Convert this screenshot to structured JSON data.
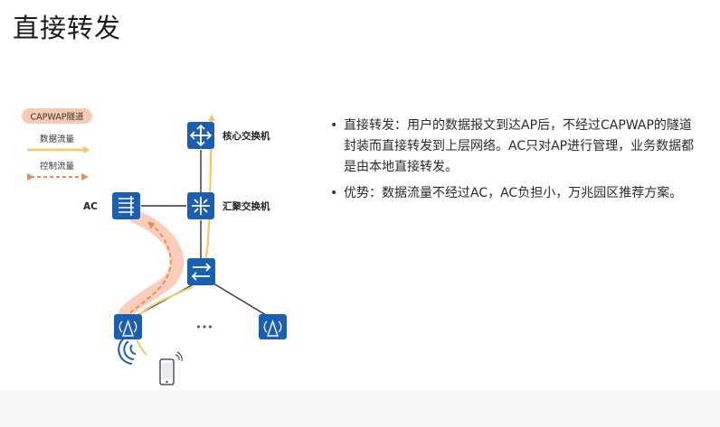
{
  "page": {
    "title": "直接转发"
  },
  "legend": {
    "tunnel_label": "CAPWAP隧道",
    "data_flow_label": "数据流量",
    "control_flow_label": "控制流量"
  },
  "nodes": {
    "core_switch": "核心交换机",
    "aggregation_switch": "汇聚交换机",
    "ac": "AC",
    "ellipsis": "•••"
  },
  "bullets": [
    {
      "text": "直接转发：用户的数据报文到达AP后，不经过CAPWAP的隧道封装而直接转发到上层网络。AC只对AP进行管理，业务数据都是由本地直接转发。"
    },
    {
      "text": "优势：数据流量不经过AC，AC负担小，万兆园区推荐方案。"
    }
  ],
  "colors": {
    "device_blue": "#1a5fb4",
    "data_flow": "#f6c766",
    "control_flow": "#e8894f",
    "tunnel": "#f8c9b3"
  },
  "icons": {
    "core_switch": "core-switch-icon",
    "aggregation_switch": "aggregation-switch-icon",
    "access_switch": "access-switch-icon",
    "ac": "ac-controller-icon",
    "ap": "access-point-icon",
    "phone": "smartphone-icon",
    "wifi": "wifi-signal-icon"
  }
}
